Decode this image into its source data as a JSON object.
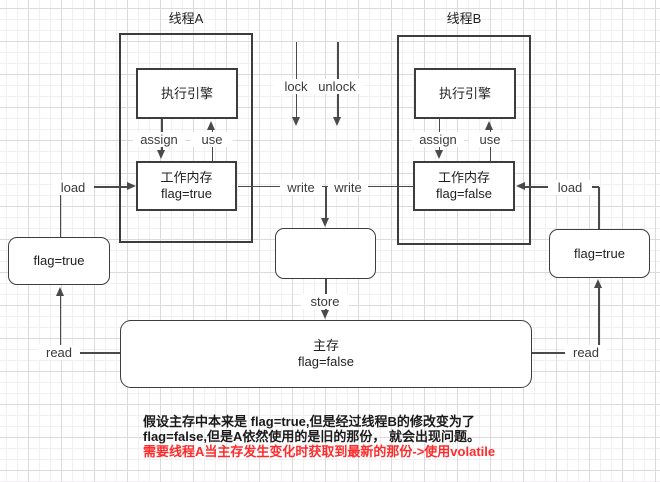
{
  "threads": {
    "a": {
      "title": "线程A",
      "engine": "执行引擎",
      "work_memory_title": "工作内存",
      "work_memory_value": "flag=true"
    },
    "b": {
      "title": "线程B",
      "engine": "执行引擎",
      "work_memory_title": "工作内存",
      "work_memory_value": "flag=false"
    }
  },
  "edge_labels": {
    "assign_a": "assign",
    "use_a": "use",
    "assign_b": "assign",
    "use_b": "use",
    "lock": "lock",
    "unlock": "unlock",
    "write_a": "write",
    "write_b": "write",
    "store": "store",
    "load_a": "load",
    "load_b": "load",
    "read_a": "read",
    "read_b": "read"
  },
  "flag_boxes": {
    "left": "flag=true",
    "right": "flag=true"
  },
  "main_memory": {
    "title": "主存",
    "value": "flag=false"
  },
  "note": {
    "line1": "假设主存中本来是 flag=true,但是经过线程B的修改变为了",
    "line2": "flag=false,但是A依然使用的是旧的那份， 就会出现问题。",
    "line3": "需要线程A当主存发生变化时获取到最新的那份->使用volatile"
  },
  "colors": {
    "stroke": "#3d3d3d",
    "line": "#4a4a4a",
    "note_text": "#1a1a1a",
    "note_highlight": "#ff2b2b",
    "background": "#ffffff"
  }
}
